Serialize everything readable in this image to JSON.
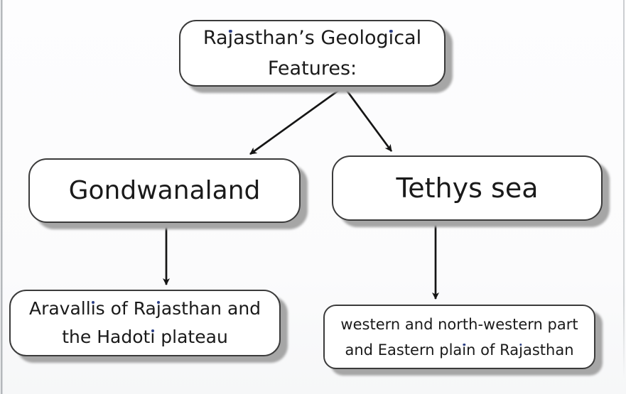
{
  "diagram": {
    "title_node": {
      "lines": [
        "Rajasthan’s Geological",
        "Features:"
      ]
    },
    "branch_nodes": {
      "gondwanaland": {
        "label": "Gondwanaland"
      },
      "tethys_sea": {
        "label": "Tethys sea"
      }
    },
    "leaf_nodes": {
      "aravallis": {
        "lines": [
          "Aravallis of Rajasthan and",
          "the Hadoti plateau"
        ]
      },
      "plains": {
        "lines": [
          "western and north-western part",
          "and Eastern plain of Rajasthan"
        ]
      }
    },
    "colors": {
      "text": "#1a1a1a",
      "letter_dot_accent": "#2b3f85",
      "box_fill": "#ffffff",
      "box_border": "#3b3b3b",
      "box_shadow": "#a6a6a6",
      "connector": "#151515",
      "background": "#fcfcfd"
    }
  }
}
